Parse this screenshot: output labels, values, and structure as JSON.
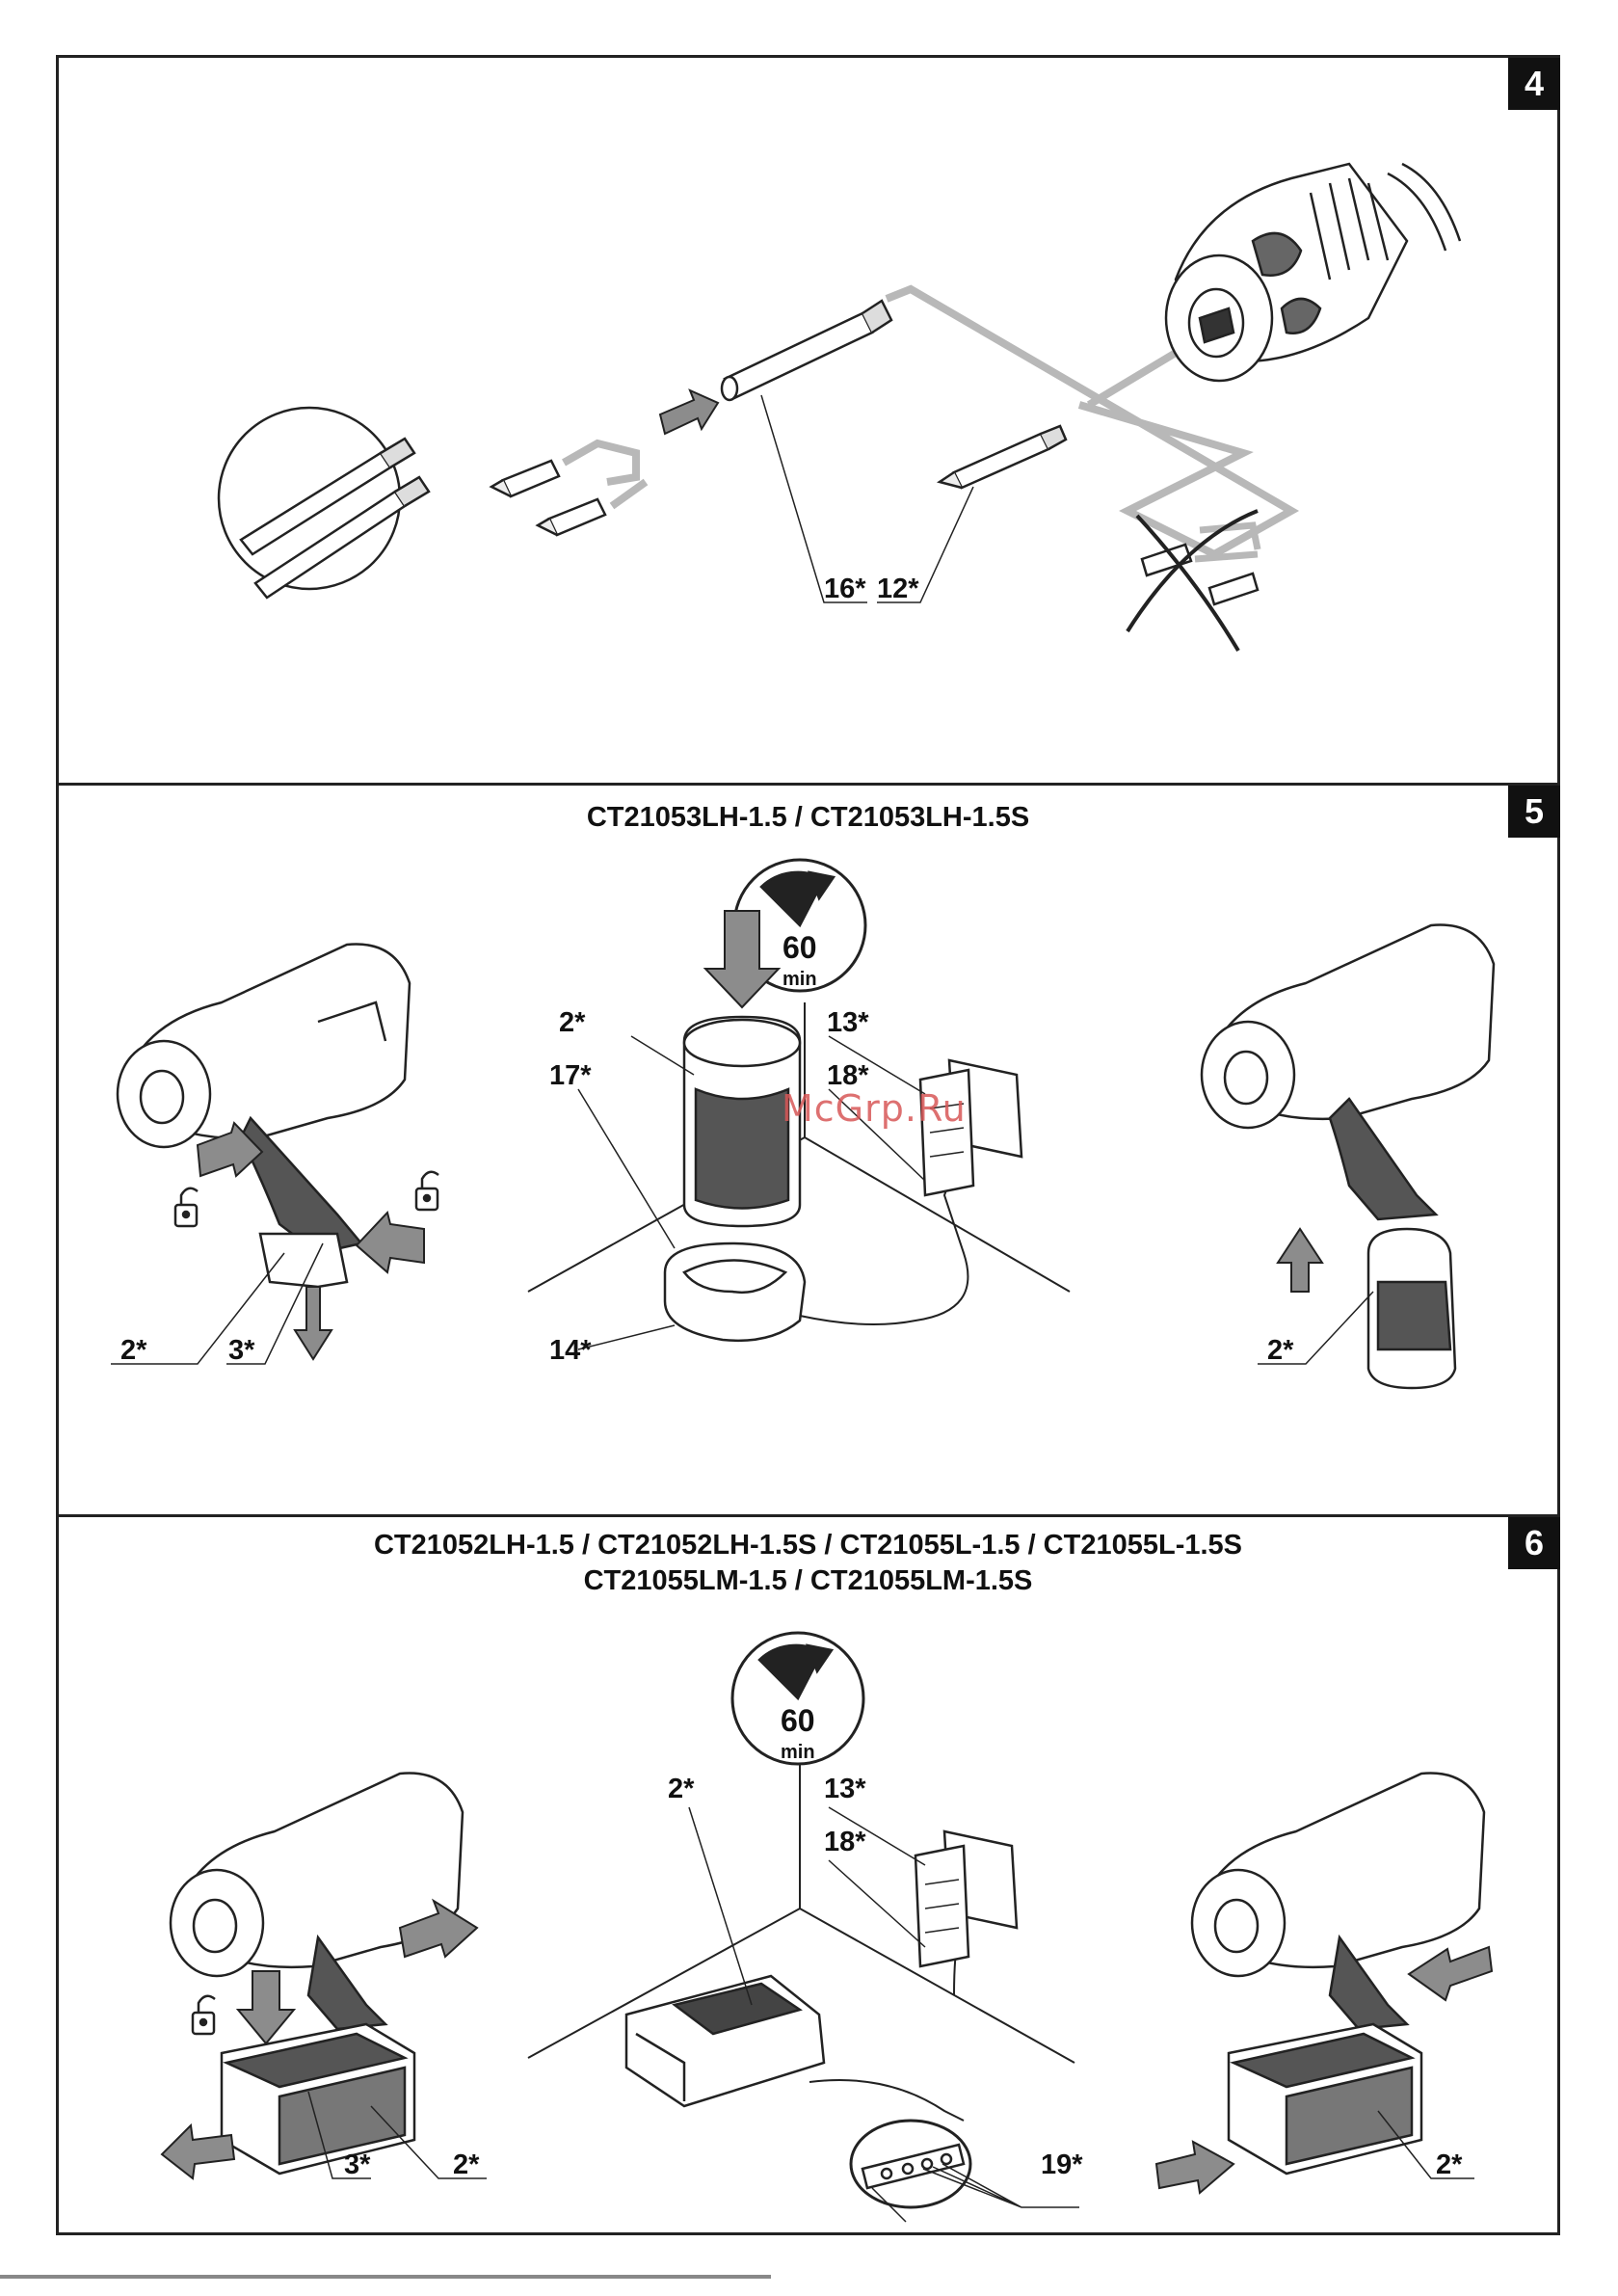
{
  "panels": [
    {
      "number": "4",
      "title": ""
    },
    {
      "number": "5",
      "title": "CT21053LH-1.5 / CT21053LH-1.5S"
    },
    {
      "number": "6",
      "title": "CT21052LH-1.5 / CT21052LH-1.5S / CT21055L-1.5 / CT21055L-1.5S",
      "title2": "CT21055LM-1.5 / CT21055LM-1.5S"
    }
  ],
  "panel4": {
    "labels": [
      "16*",
      "12*"
    ]
  },
  "panel5": {
    "timer": {
      "value": "60",
      "unit": "min"
    },
    "labels": {
      "left_battery": "2*",
      "left_button": "3*",
      "center_battery": "2*",
      "center_adapter_label": "17*",
      "center_charger": "14*",
      "center_power": "13*",
      "center_cable": "18*",
      "right_battery": "2*"
    }
  },
  "panel6": {
    "timer": {
      "value": "60",
      "unit": "min"
    },
    "labels": {
      "left_button": "3*",
      "left_battery": "2*",
      "center_battery": "2*",
      "center_power": "13*",
      "center_cable": "18*",
      "center_leds": "19*",
      "right_battery": "2*"
    }
  },
  "watermark": "McGrp.Ru",
  "colors": {
    "line": "#222222",
    "gray_path": "#b8b8b8",
    "arrow": "#8c8c8c",
    "grip": "#555555"
  }
}
